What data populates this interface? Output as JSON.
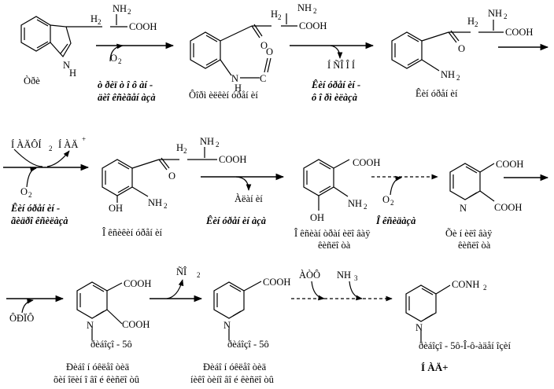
{
  "molecules": {
    "trp": {
      "name": "Òðè",
      "nh2": "NH",
      "h2": "H",
      "cooh": "COOH",
      "h": "H",
      "ringn": "N"
    },
    "fk": {
      "name": "Ôîðì èëêèí óðåí èí",
      "nh2": "NH",
      "h2": "H",
      "cooh": "COOH",
      "o": "O",
      "nh": "N",
      "h": "H",
      "c": "C",
      "o2": "O"
    },
    "kyn": {
      "name": "Êèí óðåí èí",
      "nh2": "NH",
      "h2": "H",
      "cooh": "COOH",
      "o": "O",
      "anh2": "NH"
    },
    "hk": {
      "name": "Î êñèêèí óðåí èí",
      "nh2": "NH",
      "h2": "H",
      "cooh": "COOH",
      "o": "O",
      "oh": "OH",
      "anh2": "NH"
    },
    "haa": {
      "name1": "Î êñèàí òðàí èëî âàÿ",
      "name2": "êèñëî òà",
      "cooh": "COOH",
      "oh": "OH",
      "nh2": "NH"
    },
    "qa": {
      "name1": "Õè í èëî âàÿ",
      "name2": "êèñëî òà",
      "cooh1": "COOH",
      "cooh2": "COOH",
      "n": "N"
    },
    "nmnq": {
      "name1": "Ðèáî í óêëåî òèä",
      "name2": "õèí îëèí î âî é êèñëî òû",
      "rib": "ðèáîçî - 5ô",
      "cooh1": "COOH",
      "cooh2": "COOH",
      "n": "N"
    },
    "nmnn": {
      "name1": "Ðèáî í óêëåî òèä",
      "name2": "íèêî òèíî âî é êèñëî òû",
      "rib": "ðèáîçî - 5ô",
      "cooh": "COOH",
      "n": "N"
    },
    "nad": {
      "name": "Í ÀÄ+",
      "rib": "ðèáîçî - 5ô-Î-ô-àäåí îçèí",
      "conh2": "CONH",
      "n": "N"
    }
  },
  "reactions": {
    "r1": {
      "reagent": "O",
      "enzyme1": "ò ðèï ò î ô àí -",
      "enzyme2": "äèî êñèãåí àçà"
    },
    "r2": {
      "product": "Í ÑÎ Î Í",
      "enzyme1": "Êèí óðåí èí -",
      "enzyme2": "ô î ðì èëàçà"
    },
    "r3": {
      "in1": "Í ÀÄÔÍ",
      "in_sub": "2",
      "out": "Í ÀÄ",
      "out_sup": "+",
      "reagent": "O",
      "enzyme1": "Êèí óðåí èí -",
      "enzyme2": "ãèäðî êñèëàçà"
    },
    "r4": {
      "product": "Àëàí èí",
      "enzyme": "Êèí óðåí èí àçà"
    },
    "r5": {
      "reagent": "O",
      "enzyme": "Î êñèäàçà"
    },
    "r6": {
      "reagent": "ÔÐÏÔ"
    },
    "r7": {
      "product": "ÑÎ",
      "sub": "2"
    },
    "r8": {
      "reagent1": "ÀÒÔ",
      "reagent2": "NH",
      "sub": "3"
    }
  },
  "subscripts": {
    "two": "2"
  }
}
